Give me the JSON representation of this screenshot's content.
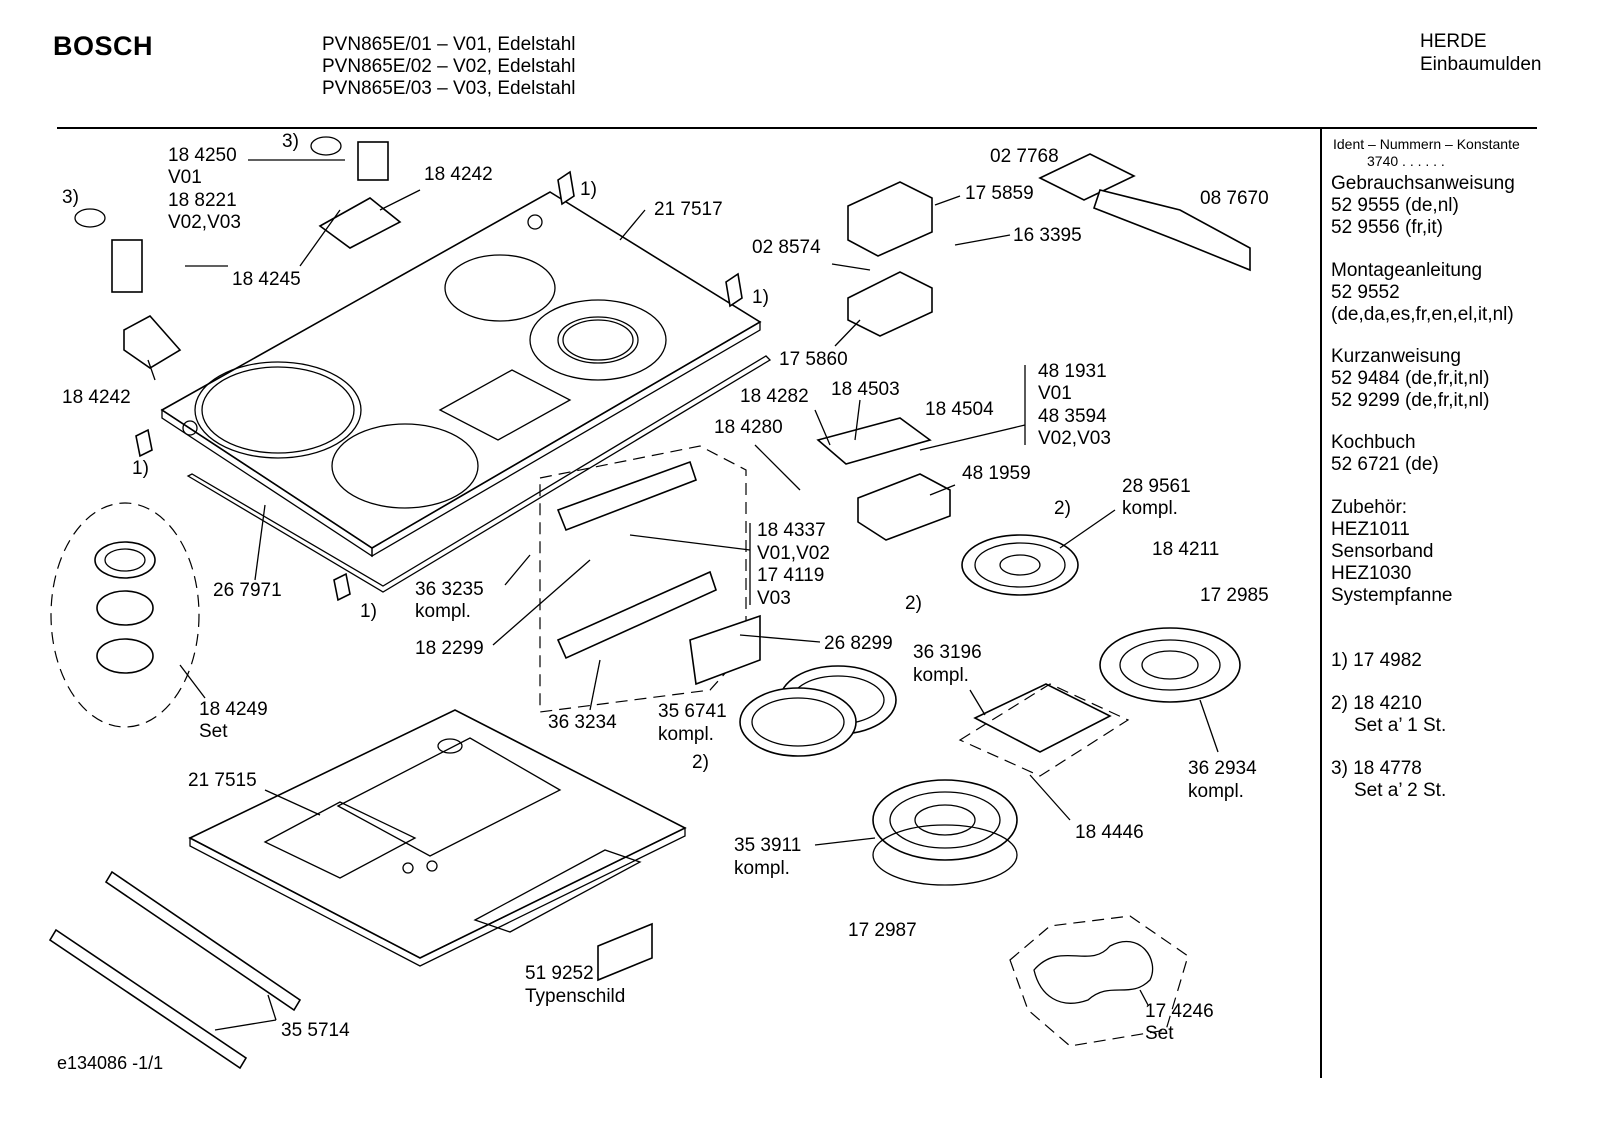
{
  "header": {
    "brand": "BOSCH",
    "models": [
      "PVN865E/01 – V01, Edelstahl",
      "PVN865E/02 – V02, Edelstahl",
      "PVN865E/03 – V03, Edelstahl"
    ],
    "category": "HERDE",
    "subcategory": "Einbaumulden"
  },
  "sidebar": {
    "ident_line1": "Ident – Nummern – Konstante",
    "ident_line2": "3740 . . . . . .",
    "sections": [
      {
        "title": "Gebrauchsanweisung",
        "lines": [
          "52 9555 (de,nl)",
          "52 9556 (fr,it)"
        ]
      },
      {
        "title": "Montageanleitung",
        "lines": [
          "52 9552",
          "(de,da,es,fr,en,el,it,nl)"
        ]
      },
      {
        "title": "Kurzanweisung",
        "lines": [
          "52 9484 (de,fr,it,nl)",
          "52 9299 (de,fr,it,nl)"
        ]
      },
      {
        "title": "Kochbuch",
        "lines": [
          "52 6721 (de)"
        ]
      },
      {
        "title": "Zubehör:",
        "lines": [
          "HEZ1011",
          "Sensorband",
          "HEZ1030",
          "Systempfanne"
        ]
      }
    ],
    "notes": [
      {
        "line1": "1) 17 4982"
      },
      {
        "line1": "2) 18 4210",
        "line2": "Set a’ 1 St."
      },
      {
        "line1": "3) 18 4778",
        "line2": "Set a’ 2 St."
      }
    ]
  },
  "labels": {
    "l184250": "18 4250",
    "lV01a": "V01",
    "l188221": "18 8221",
    "lV02V03a": "V02,V03",
    "l3a": "3)",
    "l3b": "3)",
    "l184242a": "18 4242",
    "l184245": "18 4245",
    "l184242b": "18 4242",
    "l1a": "1)",
    "l217517": "21 7517",
    "l1b": "1)",
    "l1c": "1)",
    "l1d": "1)",
    "l267971": "26 7971",
    "l184249": "18 4249",
    "lSet1": "Set",
    "l363235": "36 3235",
    "lkompl1": "kompl.",
    "l182299": "18 2299",
    "l363234": "36 3234",
    "l217515": "21 7515",
    "l355714": "35 5714",
    "l519252": "51 9252",
    "lTypenschild": "Typenschild",
    "l027768": "02 7768",
    "l175859": "17 5859",
    "l087670": "08 7670",
    "l028574": "02 8574",
    "l163395": "16 3395",
    "l175860": "17 5860",
    "l481931": "48 1931",
    "lV01b": "V01",
    "l483594": "48 3594",
    "lV02V03b": "V02,V03",
    "l184282": "18 4282",
    "l184503": "18 4503",
    "l184504": "18 4504",
    "l184280": "18 4280",
    "l481959": "48 1959",
    "l289561": "28 9561",
    "lkompl2": "kompl.",
    "l2a": "2)",
    "l184337": "18 4337",
    "lV01V02": "V01,V02",
    "l174119": "17 4119",
    "lV03": "V03",
    "l184211": "18 4211",
    "l172985": "17 2985",
    "l2b": "2)",
    "l268299": "26 8299",
    "l363196": "36 3196",
    "lkompl3": "kompl.",
    "l356741": "35 6741",
    "lkompl4": "kompl.",
    "l2c": "2)",
    "l362934": "36 2934",
    "lkompl5": "kompl.",
    "l184446": "18 4446",
    "l353911": "35 3911",
    "lkompl6": "kompl.",
    "l172987": "17 2987",
    "l174246": "17 4246",
    "lSet2": "Set"
  },
  "footer": {
    "code": "e134086 -1/1"
  }
}
